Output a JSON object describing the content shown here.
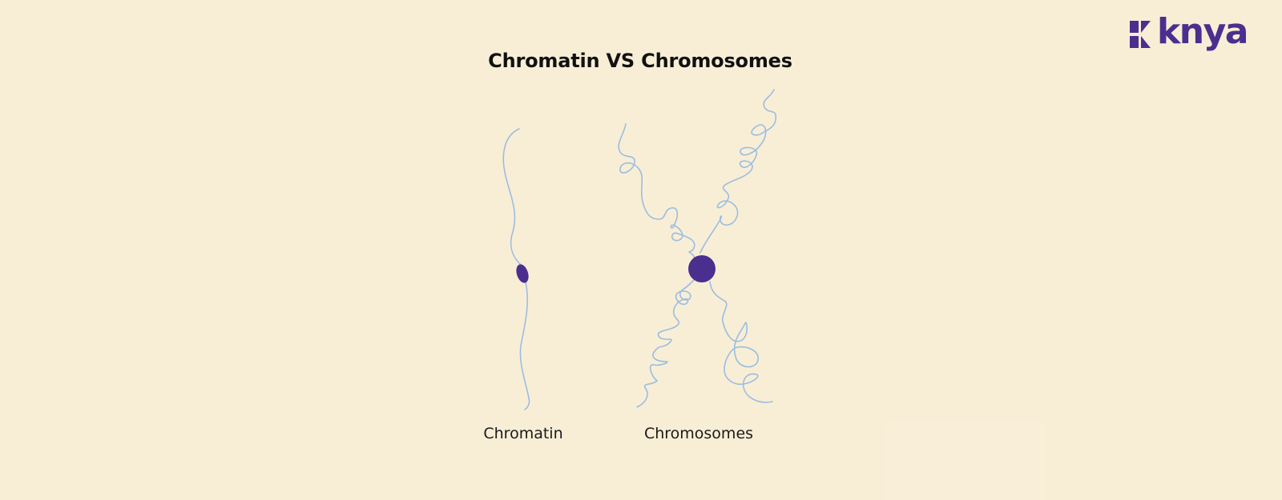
{
  "title": "Chromatin VS Chromosomes",
  "labels": {
    "chromatin": "Chromatin",
    "chromosomes": "Chromosomes"
  },
  "logo": {
    "text": "knya"
  },
  "colors": {
    "background": "#f8eed6",
    "strand": "#9bbde0",
    "centromere": "#4a2f8f",
    "logo": "#4a2f8f",
    "text": "#111111"
  }
}
